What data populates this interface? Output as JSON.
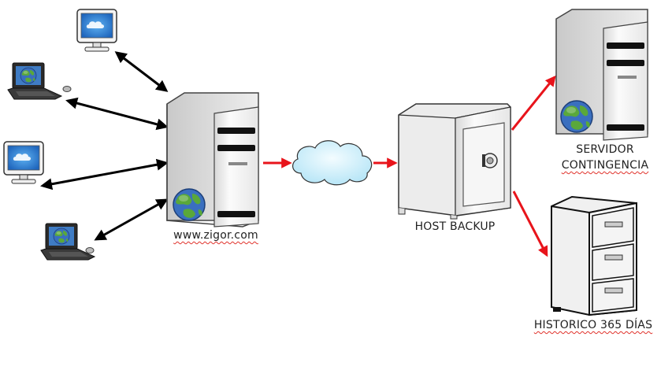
{
  "labels": {
    "web_server": "www.zigor.com",
    "host_backup": "HOST BACKUP",
    "contingency_line1": "SERVIDOR",
    "contingency_line2": "CONTINGENCIA",
    "history": "HISTORICO 365 DÍAS"
  },
  "colors": {
    "black_arrow": "#000000",
    "red_arrow": "#e8141b",
    "server_body": "#f2f2f2",
    "cloud": "#cdeefa",
    "screen_blue": "#2a7fd0",
    "globe_ocean": "#3a6fbf",
    "globe_land": "#5aa83a"
  },
  "icons": {
    "monitor": "desktop-monitor-icon",
    "laptop": "laptop-icon",
    "server": "server-tower-icon",
    "cloud": "internet-cloud-icon",
    "safe": "safe-backup-icon",
    "cabinet": "filing-cabinet-icon",
    "globe": "globe-icon"
  }
}
